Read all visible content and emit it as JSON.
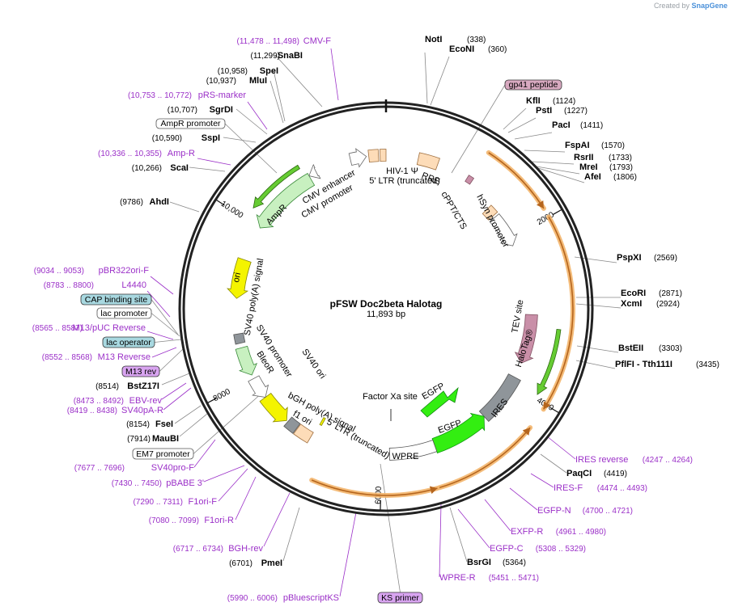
{
  "credit": {
    "prefix": "Created by",
    "brand": "SnapGene"
  },
  "plasmid": {
    "name": "pFSW Doc2beta Halotag",
    "size": "11,893 bp",
    "length": 11893
  },
  "colors": {
    "primer": "#9b30c8",
    "orange_feature": "#f3b56b",
    "green_feature": "#66cc33",
    "light_green": "#c8f0c0",
    "yellow_feature": "#f4f400",
    "peach_feature": "#fddcb8",
    "halotag": "#c98fa8",
    "grey_feature": "#8f959a",
    "bright_green": "#33ee11",
    "cyan_label": "#a8d8e0",
    "pink_label": "#d8a9c0",
    "violet_label": "#d8a4f0"
  },
  "ticks": [
    "2000",
    "4000",
    "6000",
    "8000",
    "10,000"
  ],
  "enzymes_right": [
    {
      "name": "NotI",
      "pos": "(338)"
    },
    {
      "name": "EcoNI",
      "pos": "(360)"
    },
    {
      "name": "KflI",
      "pos": "(1124)"
    },
    {
      "name": "PstI",
      "pos": "(1227)"
    },
    {
      "name": "PacI",
      "pos": "(1411)"
    },
    {
      "name": "FspAI",
      "pos": "(1570)"
    },
    {
      "name": "RsrII",
      "pos": "(1733)"
    },
    {
      "name": "MreI",
      "pos": "(1793)"
    },
    {
      "name": "AfeI",
      "pos": "(1806)"
    },
    {
      "name": "PspXI",
      "pos": "(2569)"
    },
    {
      "name": "EcoRI",
      "pos": "(2871)"
    },
    {
      "name": "XcmI",
      "pos": "(2924)"
    },
    {
      "name": "BstEII",
      "pos": "(3303)"
    },
    {
      "name": "PflFI - Tth111I",
      "pos": "(3435)"
    },
    {
      "name": "PaqCI",
      "pos": "(4419)"
    },
    {
      "name": "BsrGI",
      "pos": "(5364)"
    }
  ],
  "enzymes_left": [
    {
      "name": "SnaBI",
      "pos": "(11,299)"
    },
    {
      "name": "SpeI",
      "pos": "(10,958)"
    },
    {
      "name": "MluI",
      "pos": "(10,937)"
    },
    {
      "name": "SgrDI",
      "pos": "(10,707)"
    },
    {
      "name": "SspI",
      "pos": "(10,590)"
    },
    {
      "name": "ScaI",
      "pos": "(10,266)"
    },
    {
      "name": "AhdI",
      "pos": "(9786)"
    },
    {
      "name": "BstZ17I",
      "pos": "(8514)"
    },
    {
      "name": "FseI",
      "pos": "(8154)"
    },
    {
      "name": "MauBI",
      "pos": "(7914)"
    },
    {
      "name": "PmeI",
      "pos": "(6701)"
    }
  ],
  "primers_right": [
    {
      "name": "IRES reverse",
      "pos": "(4247 .. 4264)"
    },
    {
      "name": "IRES-F",
      "pos": "(4474 .. 4493)"
    },
    {
      "name": "EGFP-N",
      "pos": "(4700 .. 4721)"
    },
    {
      "name": "EXFP-R",
      "pos": "(4961 .. 4980)"
    },
    {
      "name": "EGFP-C",
      "pos": "(5308 .. 5329)"
    },
    {
      "name": "WPRE-R",
      "pos": "(5451 .. 5471)"
    }
  ],
  "primers_left": [
    {
      "name": "CMV-F",
      "pos": "(11,478 .. 11,498)"
    },
    {
      "name": "pRS-marker",
      "pos": "(10,753 .. 10,772)"
    },
    {
      "name": "Amp-R",
      "pos": "(10,336 .. 10,355)"
    },
    {
      "name": "pBR322ori-F",
      "pos": "(9034 .. 9053)"
    },
    {
      "name": "L4440",
      "pos": "(8783 .. 8800)"
    },
    {
      "name": "M13/pUC Reverse",
      "pos": "(8565 .. 8587)"
    },
    {
      "name": "M13 Reverse",
      "pos": "(8552 .. 8568)"
    },
    {
      "name": "EBV-rev",
      "pos": "(8473 .. 8492)"
    },
    {
      "name": "SV40pA-R",
      "pos": "(8419 .. 8438)"
    },
    {
      "name": "SV40pro-F",
      "pos": "(7677 .. 7696)"
    },
    {
      "name": "pBABE 3'",
      "pos": "(7430 .. 7450)"
    },
    {
      "name": "F1ori-F",
      "pos": "(7290 .. 7311)"
    },
    {
      "name": "F1ori-R",
      "pos": "(7080 .. 7099)"
    },
    {
      "name": "BGH-rev",
      "pos": "(6717 .. 6734)"
    },
    {
      "name": "pBluescriptKS",
      "pos": "(5990 .. 6006)"
    }
  ],
  "boxed_labels": [
    {
      "name": "gp41 peptide"
    },
    {
      "name": "AmpR promoter"
    },
    {
      "name": "CAP binding site"
    },
    {
      "name": "lac promoter"
    },
    {
      "name": "lac operator"
    },
    {
      "name": "M13 rev"
    },
    {
      "name": "EM7 promoter"
    },
    {
      "name": "KS primer"
    }
  ],
  "features": {
    "hiv_ltr": "HIV-1 Ψ",
    "five_ltr": "5' LTR (truncated)",
    "rre": "RRE",
    "cppt": "cPPT/CTS",
    "hsyn": "hSyn promoter",
    "cmv_enh": "CMV enhancer",
    "cmv_prom": "CMV promoter",
    "ampr": "AmpR",
    "ori": "ori",
    "sv40_polya": "SV40 poly(A) signal",
    "sv40_prom": "SV40 promoter",
    "bleor": "BleoR",
    "sv40_ori": "SV40 ori",
    "bgh_polya": "bGH poly(A) signal",
    "f1_ori": "f1 ori",
    "five_ltr_2": "5' LTR (truncated)",
    "factor_xa": "Factor Xa site",
    "egfp_1": "EGFP",
    "egfp_2": "EGFP",
    "wpre": "WPRE",
    "ires": "IRES",
    "halotag": "HaloTag®",
    "tev": "TEV site"
  }
}
